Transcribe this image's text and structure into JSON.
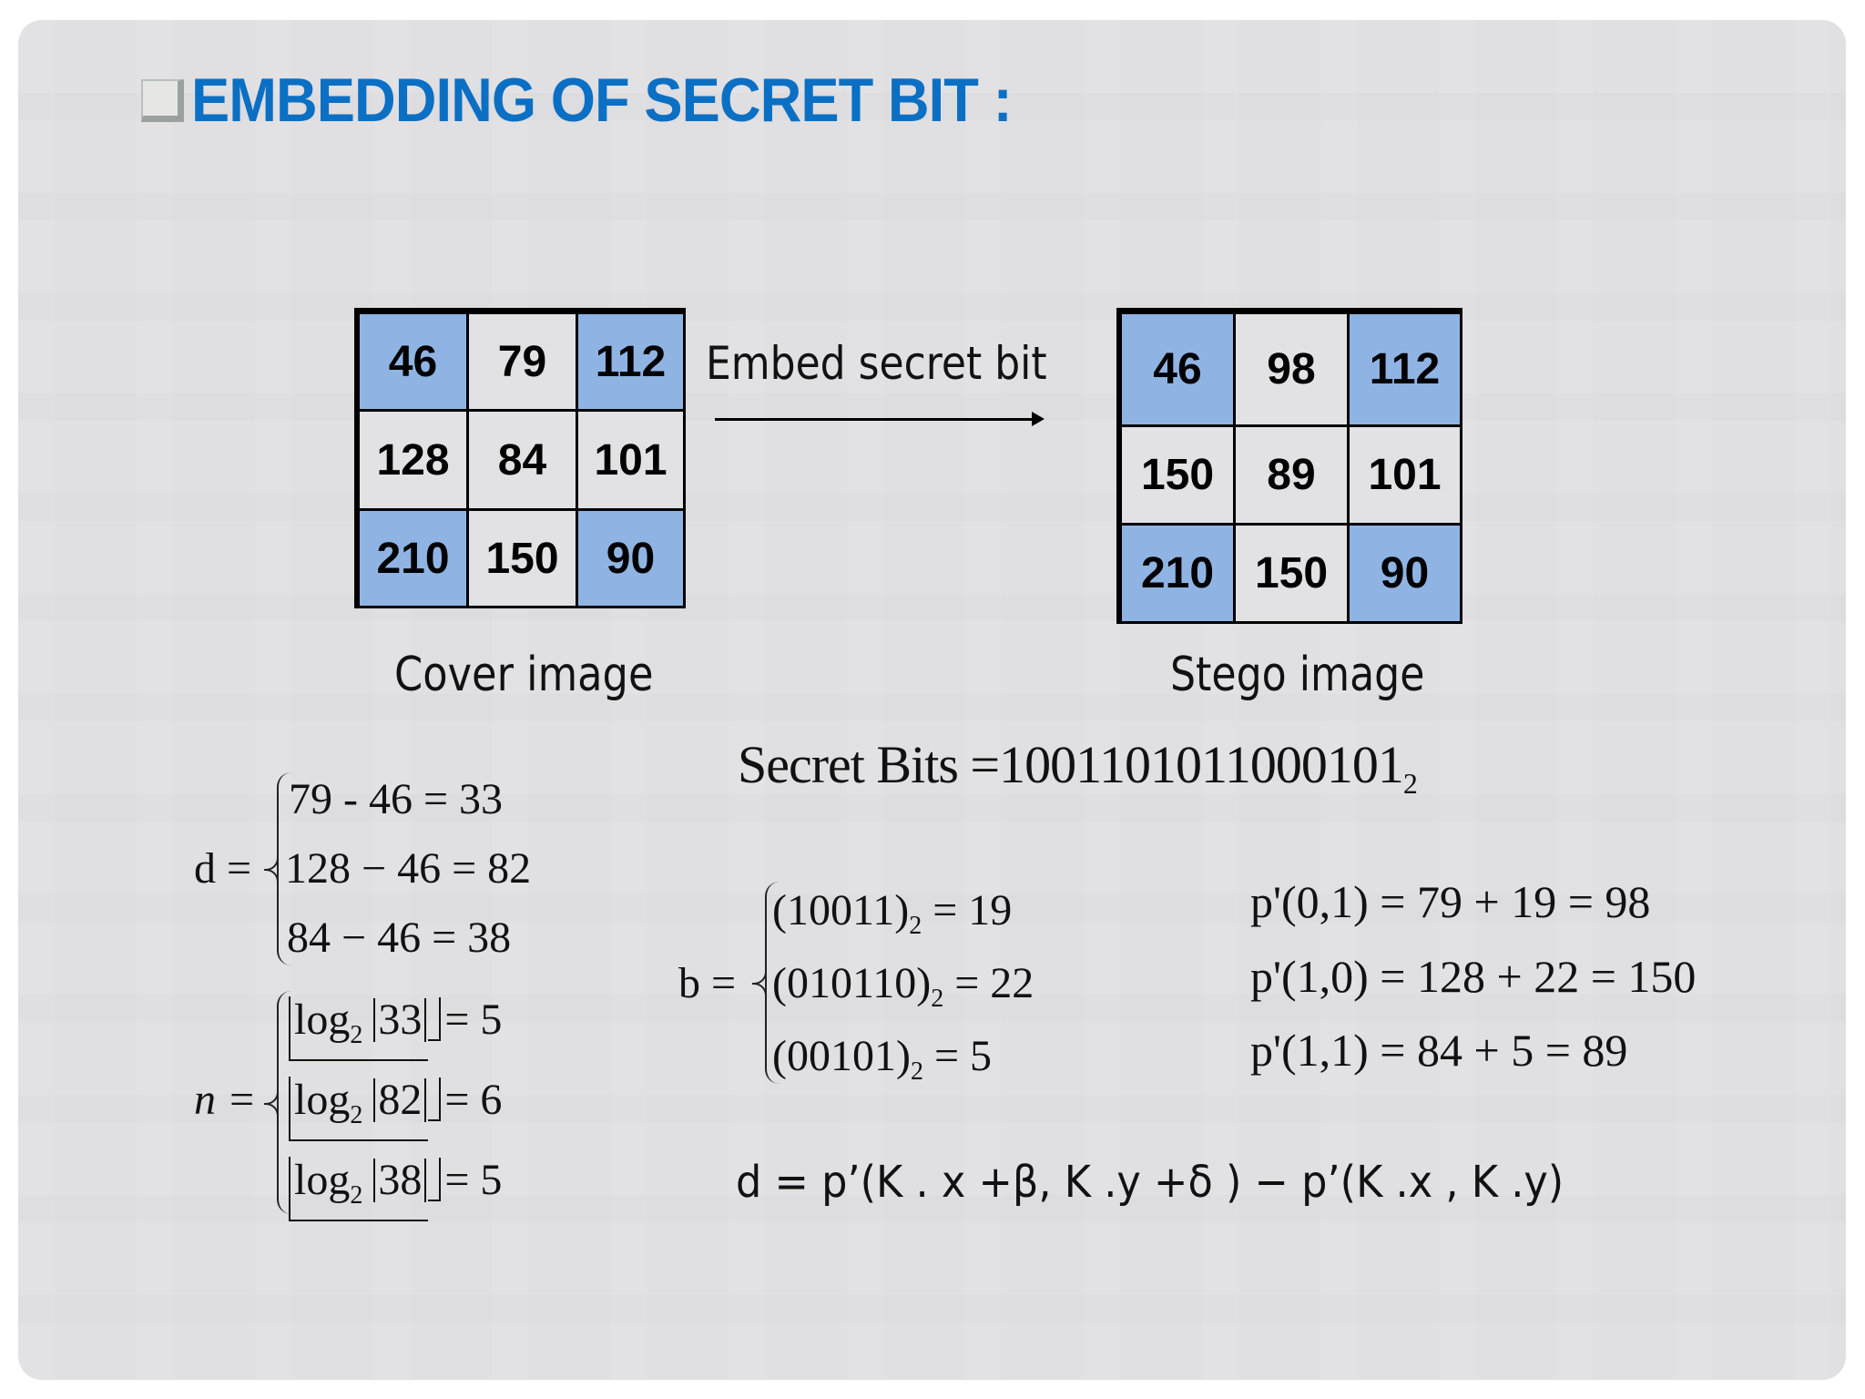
{
  "slide": {
    "title": "EMBEDDING OF SECRET BIT :",
    "title_bullet_icon": "checkbox-square-icon",
    "colors": {
      "title": "#0b6fc4",
      "highlight_cell": "#8fb4e3",
      "plain_cell": "#e2e1e4",
      "slide_background": "#e0dfe2"
    }
  },
  "cover": {
    "label": "Cover image",
    "cells": [
      [
        "46",
        "79",
        "112"
      ],
      [
        "128",
        "84",
        "101"
      ],
      [
        "210",
        "150",
        "90"
      ]
    ]
  },
  "stego": {
    "label": "Stego image",
    "cells": [
      [
        "46",
        "98",
        "112"
      ],
      [
        "150",
        "89",
        "101"
      ],
      [
        "210",
        "150",
        "90"
      ]
    ]
  },
  "embed": {
    "label": "Embed secret bit",
    "arrow_icon": "right-arrow-icon"
  },
  "secret": {
    "label": "Secret Bits",
    "equals": "=",
    "bits": "1001101011000101",
    "base": "2"
  },
  "d_eq": {
    "lhs": "d =",
    "lines": [
      "79 - 46 = 33",
      "128 − 46 = 82",
      "84 − 46 = 38"
    ]
  },
  "n_eq": {
    "lhs": "n =",
    "lines": [
      {
        "fn": "log",
        "base": "2",
        "arg": "33",
        "result": "= 5"
      },
      {
        "fn": "log",
        "base": "2",
        "arg": "82",
        "result": "= 6"
      },
      {
        "fn": "log",
        "base": "2",
        "arg": "38",
        "result": "= 5"
      }
    ]
  },
  "b_eq": {
    "lhs": "b =",
    "lines": [
      {
        "bits": "(10011)",
        "base": "2",
        "result": " = 19"
      },
      {
        "bits": "(010110)",
        "base": "2",
        "result": " = 22"
      },
      {
        "bits": "(00101)",
        "base": "2",
        "result": " = 5"
      }
    ]
  },
  "p_eq": {
    "lines": [
      "p'(0,1) = 79 + 19 = 98",
      "p'(1,0) = 128 + 22 = 150",
      "p'(1,1) = 84 + 5 = 89"
    ]
  },
  "formula": {
    "text": "d = p’(K . x +β, K .y +δ ) − p’(K .x , K .y)"
  }
}
